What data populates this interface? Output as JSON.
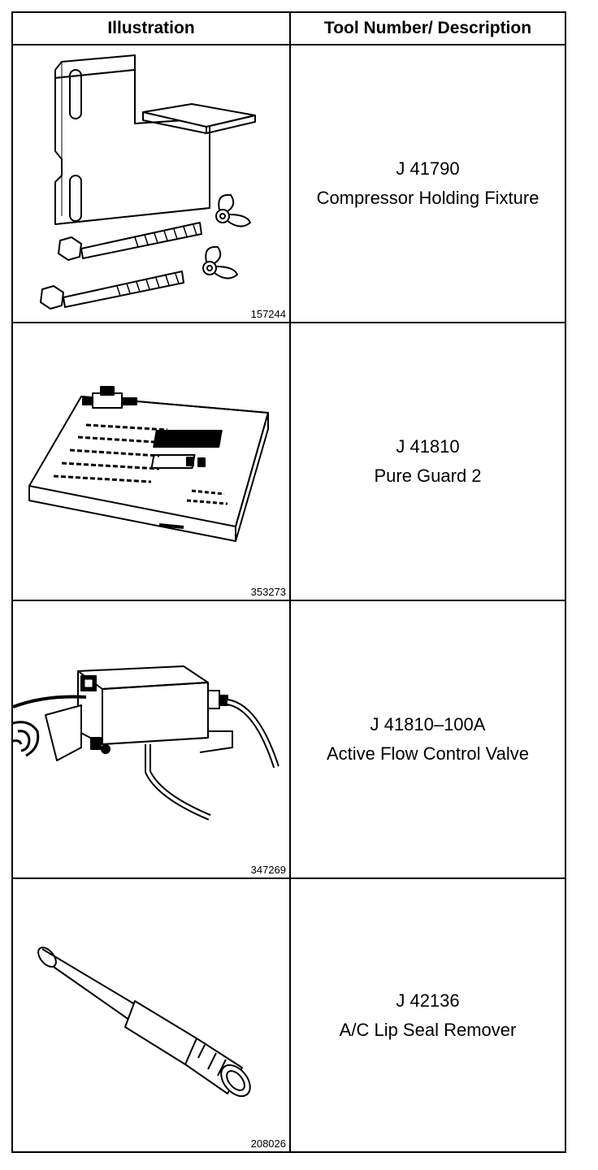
{
  "header": {
    "illustration": "Illustration",
    "tool": "Tool Number/ Description"
  },
  "rows": [
    {
      "tool_number": "J 41790",
      "description": "Compressor Holding Fixture",
      "figure_id": "157244"
    },
    {
      "tool_number": "J 41810",
      "description": "Pure Guard 2",
      "figure_id": "353273"
    },
    {
      "tool_number": "J 41810–100A",
      "description": "Active Flow Control Valve",
      "figure_id": "347269"
    },
    {
      "tool_number": "J 42136",
      "description": "A/C Lip Seal Remover",
      "figure_id": "208026"
    }
  ]
}
